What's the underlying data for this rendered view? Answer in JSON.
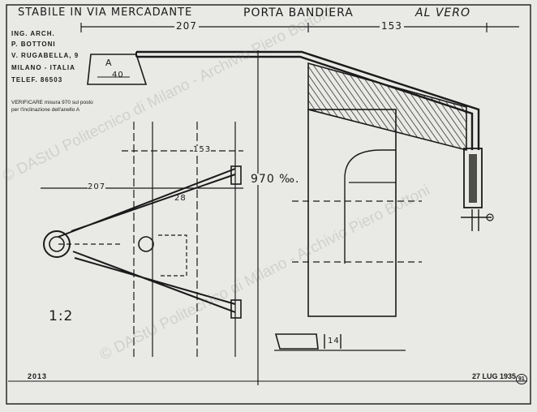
{
  "header": {
    "building": "STABILE IN VIA MERCADANTE",
    "subject": "PORTA BANDIERA",
    "scale_full": "AL VERO"
  },
  "studio": {
    "line1": "ING. ARCH.",
    "line2": "P. BOTTONI",
    "line3": "V. RUGABELLA, 9",
    "line4": "MILANO - ITALIA",
    "line5": "TELEF. 86503"
  },
  "notes": {
    "line1": "VERIFICARE misura 970 sul posto",
    "line2": "per l'inclinazione dell'anello A"
  },
  "dimensions": {
    "d207_top": "207",
    "d153_top": "153",
    "d40": "40",
    "label_a": "A",
    "d153_plan": "153",
    "d207_plan": "207",
    "d28": "28",
    "d970": "970 ‰.",
    "d14": "14"
  },
  "scale_plan": "1:2",
  "drawing_number": "2013",
  "date": "27 LUG 1935",
  "sheet_number": "91",
  "watermark": "© DAStU Politecnico di Milano - Archivio Piero Bottoni",
  "colors": {
    "paper": "#e9e9e6",
    "ink": "#1a1a1a"
  }
}
